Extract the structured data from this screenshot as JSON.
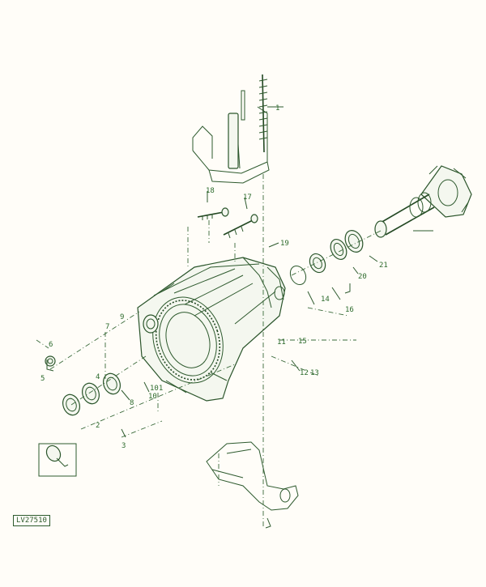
{
  "callouts": {
    "c1": "1",
    "c2": "2",
    "c3": "3",
    "c4": "4",
    "c5": "5",
    "c6": "6",
    "c7": "7",
    "c8": "8",
    "c9": "9",
    "c10": "10",
    "c11": "11",
    "c12": "12",
    "c13": "13",
    "c14": "14",
    "c15": "15",
    "c16": "16",
    "c17": "17",
    "c18": "18",
    "c19": "19",
    "c20": "20",
    "c21": "21",
    "c101": "101"
  },
  "figure_id": "LV27510",
  "colors": {
    "line": "#2e5a2e",
    "label": "#2d6b2d",
    "background": "#fffdf8"
  }
}
